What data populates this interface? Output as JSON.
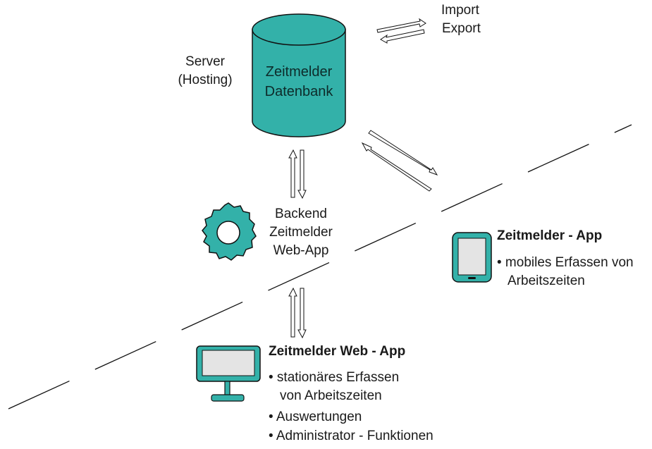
{
  "colors": {
    "teal": "#33b1a9",
    "teal_dark": "#1f6e6a",
    "screen": "#e4e4e4",
    "stroke": "#111111"
  },
  "icons": [
    "database-cylinder-icon",
    "gear-icon",
    "tablet-icon",
    "monitor-icon",
    "double-arrow-icon"
  ],
  "server": {
    "line1": "Server",
    "line2": "(Hosting)"
  },
  "database": {
    "line1": "Zeitmelder",
    "line2": "Datenbank"
  },
  "import_export": {
    "import": "Import",
    "export": "Export"
  },
  "backend": {
    "line1": "Backend",
    "line2": "Zeitmelder",
    "line3": "Web-App"
  },
  "mobile_app": {
    "title": "Zeitmelder - App",
    "bullet1_line1": "• mobiles Erfassen von",
    "bullet1_line2": "Arbeitszeiten"
  },
  "web_app": {
    "title": "Zeitmelder Web - App",
    "bullet1_line1": "• stationäres Erfassen",
    "bullet1_line2": "von Arbeitszeiten",
    "bullet2": "• Auswertungen",
    "bullet3": "• Administrator - Funktionen"
  }
}
